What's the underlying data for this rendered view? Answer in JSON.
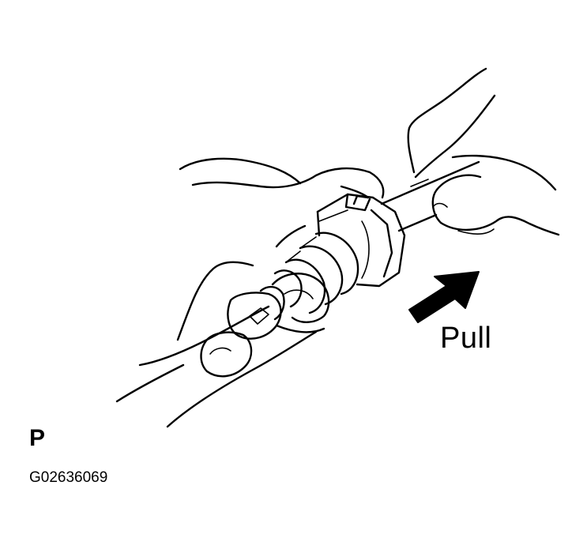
{
  "labels": {
    "pull": "Pull",
    "view": "P",
    "figure_code": "G02636069"
  },
  "colors": {
    "ink": "#000000",
    "background": "#ffffff"
  },
  "icons": {
    "arrow": "pull-direction-arrow-icon"
  }
}
